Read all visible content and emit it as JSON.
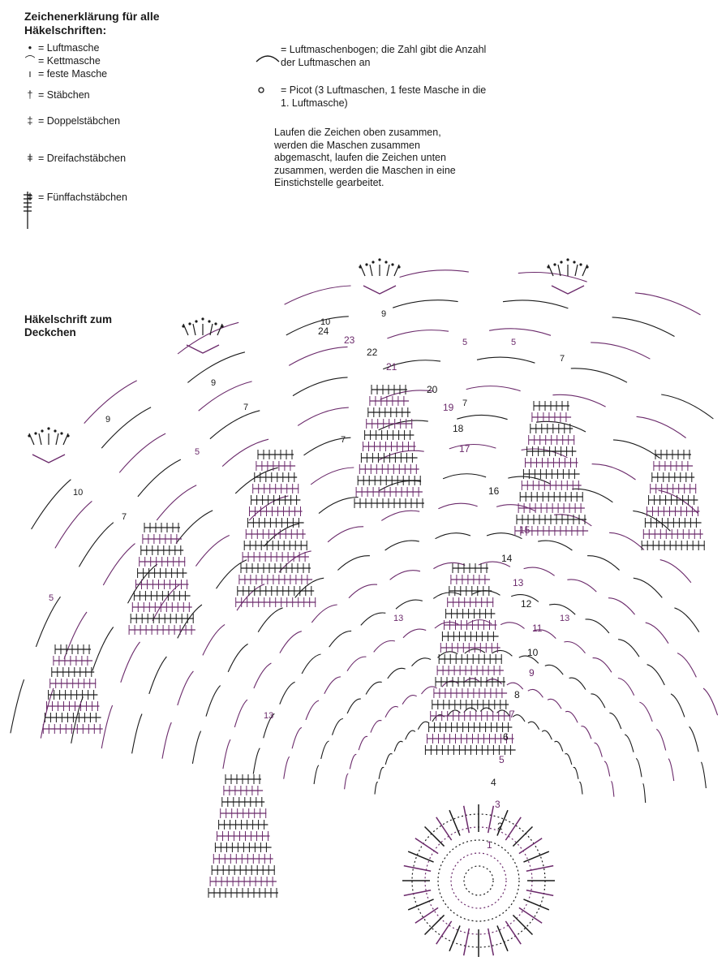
{
  "legend": {
    "title": "Zeichenerklärung für alle Häkelschriften:",
    "items": [
      {
        "icon": "dot-icon",
        "label": "= Luftmasche"
      },
      {
        "icon": "arc-icon",
        "label": "= Kettmasche"
      },
      {
        "icon": "dash-icon",
        "label": "= feste Masche"
      },
      {
        "icon": "dc-icon",
        "label": "= Stäbchen"
      },
      {
        "icon": "tr-icon",
        "label": "= Doppelstäbchen"
      },
      {
        "icon": "dtr-icon",
        "label": "= Dreifachstäbchen"
      },
      {
        "icon": "quintuple-icon",
        "label": "= Fünffachstäbchen"
      }
    ],
    "chain_arc_note": "= Luftmaschenbogen; die Zahl gibt die Anzahl der Luftmaschen an",
    "picot_note": "= Picot (3 Luftmaschen, 1 feste Masche in die 1. Luftmasche)",
    "joining_note": "Laufen die Zeichen oben zusammen, werden die Maschen zusammen abgemascht, laufen die Zeichen unten zusammen, werden die Maschen in eine Einstichstelle gearbeitet."
  },
  "diagram": {
    "title": "Häkelschrift zum Deckchen",
    "round_numbers": [
      "1",
      "2",
      "3",
      "4",
      "5",
      "6",
      "7",
      "8",
      "9",
      "10",
      "11",
      "12",
      "13",
      "14",
      "15",
      "16",
      "17",
      "18",
      "19",
      "20",
      "21",
      "22",
      "23",
      "24"
    ],
    "arc_counts": [
      "5",
      "7",
      "9",
      "10",
      "13"
    ],
    "colors": {
      "ink": "#1a1a1a",
      "accent": "#6b2a6b"
    }
  }
}
